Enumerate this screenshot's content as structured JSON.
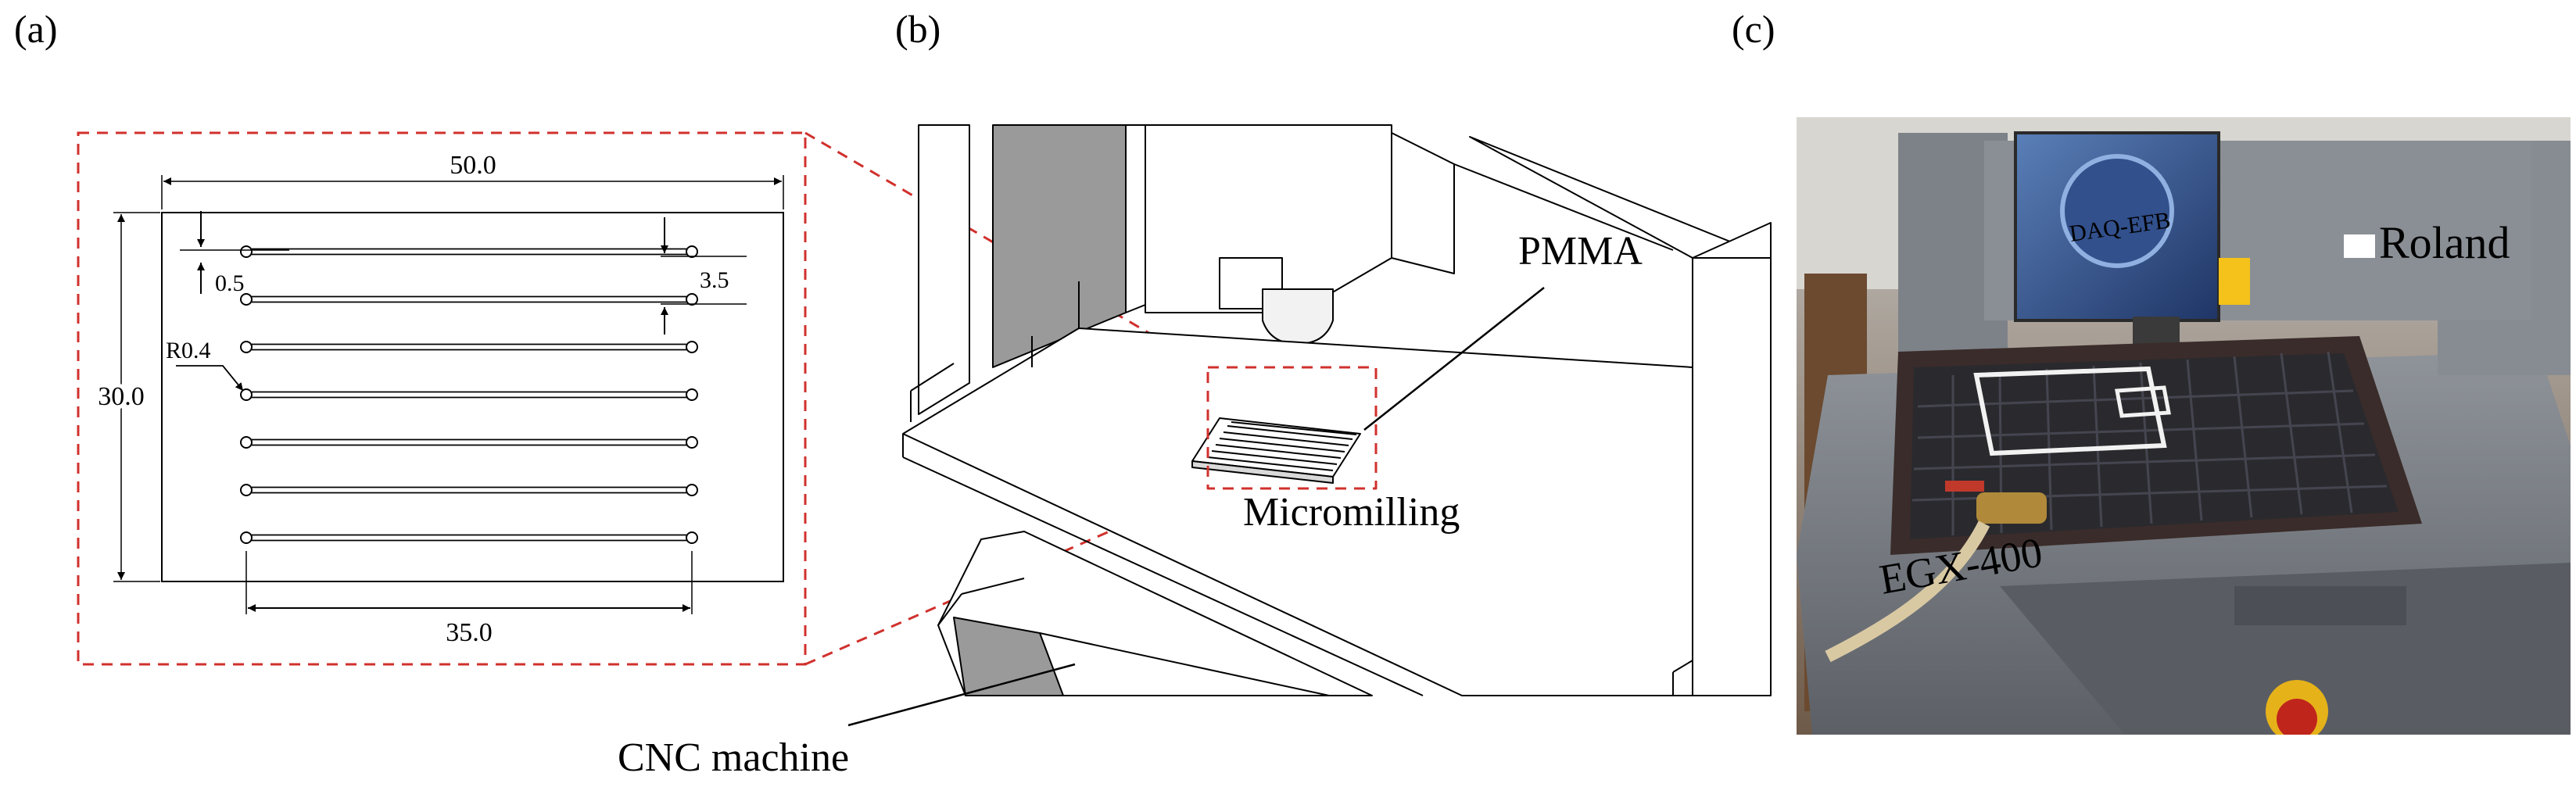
{
  "panels": {
    "a": "(a)",
    "b": "(b)",
    "c": "(c)"
  },
  "drawing_a": {
    "width_label": "50.0",
    "height_label": "30.0",
    "channel_length_label": "35.0",
    "channel_width_label": "0.5",
    "spacing_label": "3.5",
    "radius_label": "R0.4",
    "channel_count": 7
  },
  "schematic_b": {
    "pmma_label": "PMMA",
    "micromilling_label": "Micromilling",
    "cnc_label": "CNC machine"
  },
  "photo_c": {
    "brand_text": "Roland",
    "model_text": "EGX-400",
    "window_text": "DAQ-EFB"
  },
  "colors": {
    "callout": "#d0312d",
    "line": "#000000",
    "machine_shadow": "#9a9a9a"
  }
}
